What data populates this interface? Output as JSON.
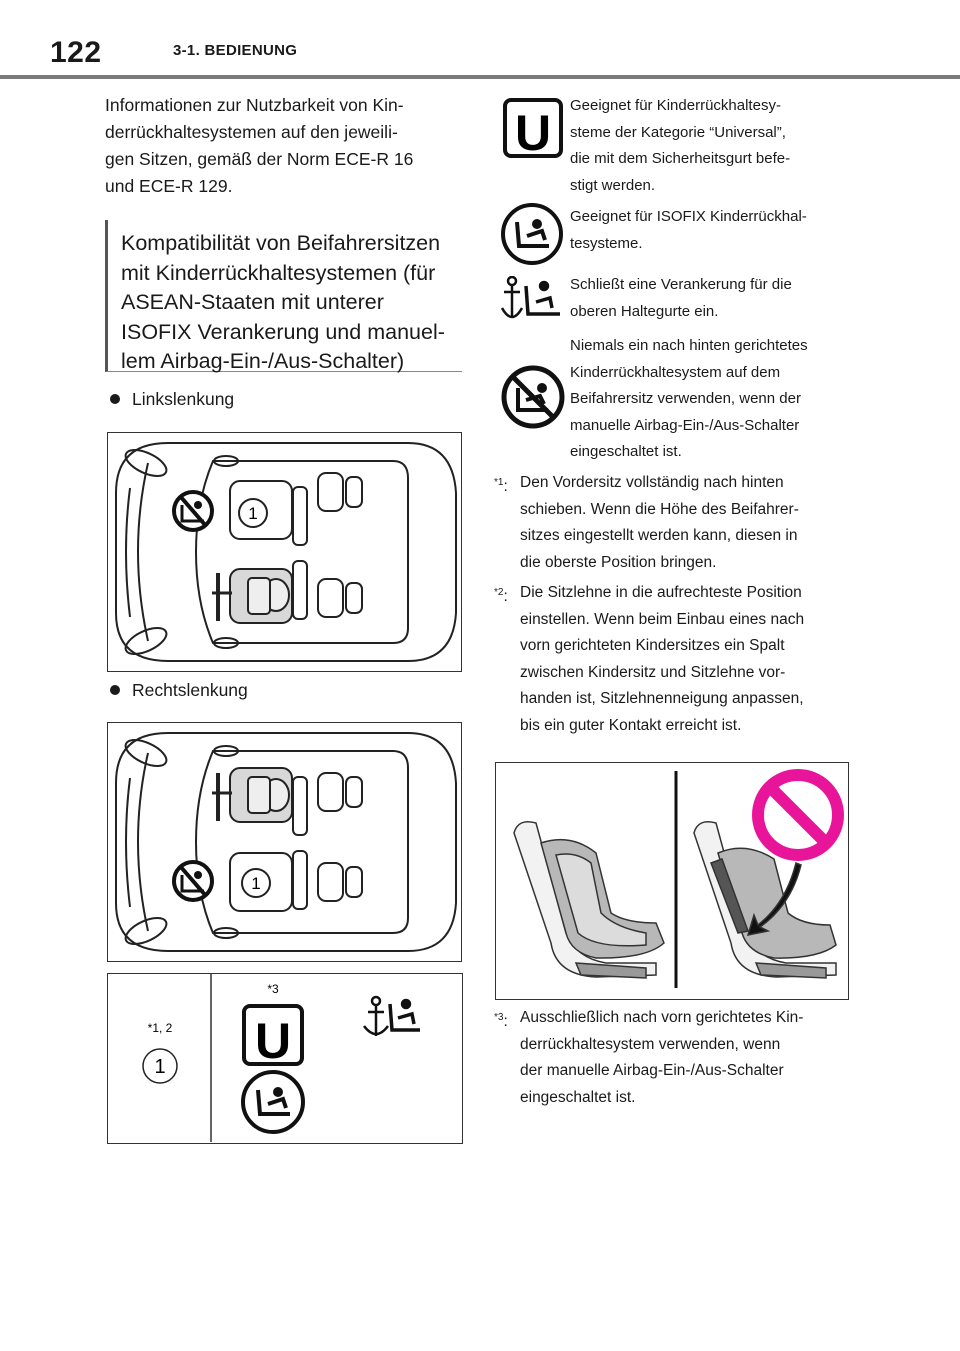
{
  "header": {
    "page_number": "122",
    "section_title": "3-1. BEDIENUNG"
  },
  "intro": {
    "lines": [
      "Informationen zur Nutzbarkeit von Kin-",
      "derrückhaltesystemen auf den jeweili-",
      "gen Sitzen, gemäß der Norm ECE-R 16",
      "und ECE-R 129."
    ]
  },
  "subheading": {
    "lines": [
      "Kompatibilität von Beifahrersitzen",
      "mit Kinderrückhaltesystemen (für",
      "ASEAN-Staaten mit unterer",
      "ISOFIX Verankerung und manuel-",
      "lem Airbag-Ein-/Aus-Schalter)"
    ]
  },
  "bullets": {
    "left_hand": "Linkslenkung",
    "right_hand": "Rechtslenkung"
  },
  "diagrams": {
    "seat_number": "1"
  },
  "table": {
    "row_label_note": "*1, 2",
    "row_label_number": "1",
    "col_note": "*3",
    "u_letter": "U"
  },
  "legend": {
    "u_letter": "U",
    "universal": [
      "Geeignet für Kinderrückhaltesy-",
      "steme der Kategorie “Universal”,",
      "die mit dem Sicherheitsgurt befe-",
      "stigt werden."
    ],
    "isofix": [
      "Geeignet für ISOFIX Kinderrückhal-",
      "tesysteme."
    ],
    "anchor": [
      "Schließt eine Verankerung für die",
      "oberen Haltegurte ein."
    ],
    "no_rearward": [
      "Niemals ein nach hinten gerichtetes",
      "Kinderrückhaltesystem auf dem",
      "Beifahrersitz verwenden, wenn der",
      "manuelle Airbag-Ein-/Aus-Schalter",
      "eingeschaltet ist."
    ]
  },
  "footnotes": [
    {
      "mark": "*1",
      "lines": [
        "Den Vordersitz vollständig nach hinten",
        "schieben. Wenn die Höhe des Beifahrer-",
        "sitzes eingestellt werden kann, diesen in",
        "die oberste Position bringen."
      ]
    },
    {
      "mark": "*2",
      "lines": [
        "Die Sitzlehne in die aufrechteste Position",
        "einstellen. Wenn beim Einbau eines nach",
        "vorn gerichteten Kindersitzes ein Spalt",
        "zwischen Kindersitz und Sitzlehne vor-",
        "handen ist, Sitzlehnenneigung anpassen,",
        "bis ein guter Kontakt erreicht ist."
      ]
    },
    {
      "mark": "*3",
      "lines": [
        "Ausschließlich nach vorn gerichtetes Kin-",
        "derrückhaltesystem verwenden, wenn",
        "der manuelle Airbag-Ein-/Aus-Schalter",
        "eingeschaltet ist."
      ]
    }
  ],
  "colors": {
    "text": "#1a1a1a",
    "rule": "#7a7a7a",
    "prohibition_pink": "#e8159a",
    "seat_gray": "#b8b8b8"
  }
}
